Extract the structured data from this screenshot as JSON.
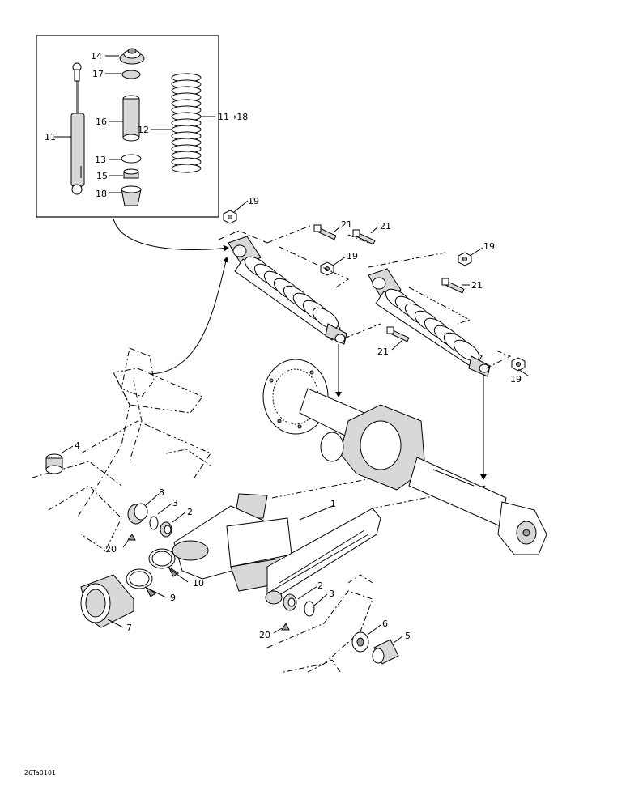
{
  "callouts": {
    "c1": "1",
    "c2a": "2",
    "c2b": "2",
    "c3a": "3",
    "c3b": "3",
    "c4": "4",
    "c5": "5",
    "c6": "6",
    "c7": "7",
    "c8": "8",
    "c9": "9",
    "c10": "10",
    "c11": "11",
    "c11_18": "11→18",
    "c12": "12",
    "c13": "13",
    "c14": "14",
    "c15": "15",
    "c16": "16",
    "c17": "17",
    "c18": "18",
    "c19a": "19",
    "c19b": "19",
    "c19c": "19",
    "c19d": "19",
    "c20a": "20",
    "c20b": "20",
    "c21a": "21",
    "c21b": "21",
    "c21c": "21",
    "c21d": "21"
  },
  "footer_code": "26Ta0101"
}
